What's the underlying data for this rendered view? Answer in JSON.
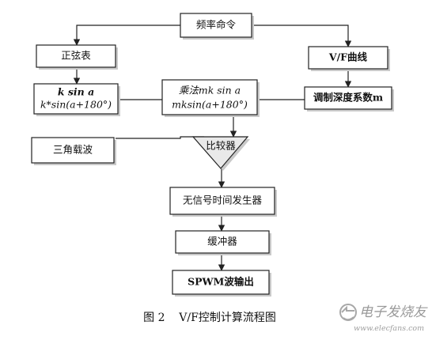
{
  "diagram": {
    "nodes": {
      "freq_cmd": "频率命令",
      "sine_table": "正弦表",
      "vf_curve": "V/F曲线",
      "k_sin_line1": "k  sin  a",
      "k_sin_line2": "k*sin(a+180°)",
      "mult_line1": "乘法mk sin a",
      "mult_line2": "mksin(a+180°)",
      "mod_depth": "调制深度系数m",
      "triangle_carrier": "三角载波",
      "comparator": "比较器",
      "deadtime_gen": "无信号时间发生器",
      "buffer": "缓冲器",
      "spwm_output": "SPWM波输出"
    },
    "caption": "图 2    V/F控制计算流程图"
  },
  "watermark": {
    "brand": "电子发烧友",
    "url": "www.elecfans.com"
  }
}
